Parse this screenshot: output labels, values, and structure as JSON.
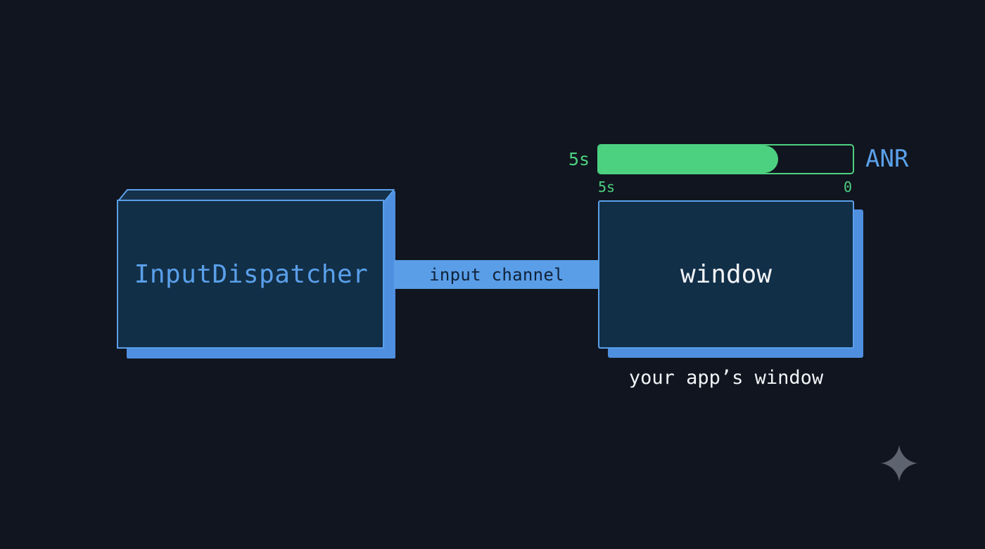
{
  "dispatcher": {
    "label": "InputDispatcher"
  },
  "channel": {
    "label": "input channel"
  },
  "window": {
    "label": "window",
    "caption": "your app’s window"
  },
  "timer": {
    "start_label": "5s",
    "scale_left": "5s",
    "scale_right": "0",
    "end_label": "ANR",
    "remaining_fraction": 0.705,
    "fill_color": "#4cd180"
  },
  "colors": {
    "background": "#11151f",
    "accent_blue": "#5aa0ea",
    "box_fill": "#122f48",
    "timer_green": "#4cd180"
  },
  "icons": {
    "watermark": "sparkle-icon"
  }
}
